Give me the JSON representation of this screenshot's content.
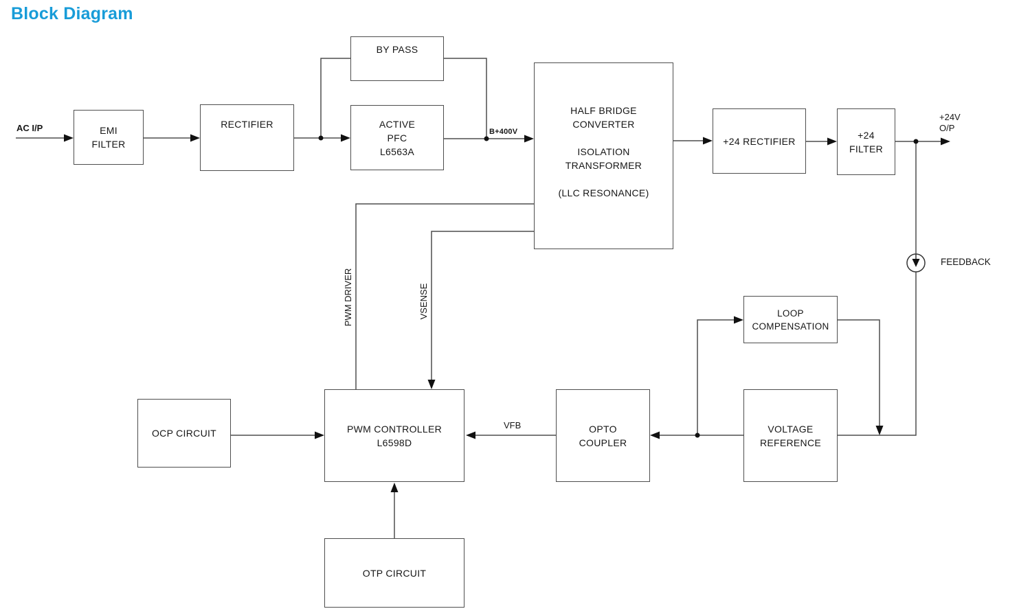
{
  "title": "Block Diagram",
  "accent_color": "#189cd8",
  "line_color": "#4d4d4d",
  "blocks": {
    "emi_filter": "EMI\nFILTER",
    "rectifier": "RECTIFIER",
    "bypass": "BY PASS",
    "active_pfc": "ACTIVE\nPFC\nL6563A",
    "half_bridge": "HALF BRIDGE\nCONVERTER\n\nISOLATION\nTRANSFORMER\n\n(LLC RESONANCE)",
    "rectifier_24": "+24 RECTIFIER",
    "filter_24": "+24\nFILTER",
    "loop_comp": "LOOP\nCOMPENSATION",
    "voltage_ref": "VOLTAGE\nREFERENCE",
    "opto_coupler": "OPTO\nCOUPLER",
    "pwm_controller": "PWM CONTROLLER\nL6598D",
    "ocp_circuit": "OCP CIRCUIT",
    "otp_circuit": "OTP CIRCUIT"
  },
  "signal_labels": {
    "ac_input": "AC I/P",
    "bus_voltage": "B+400V",
    "dc_output": "+24V\nO/P",
    "feedback": "FEEDBACK",
    "vfb": "VFB",
    "pwm_driver": "PWM DRIVER",
    "vsense": "VSENSE"
  }
}
